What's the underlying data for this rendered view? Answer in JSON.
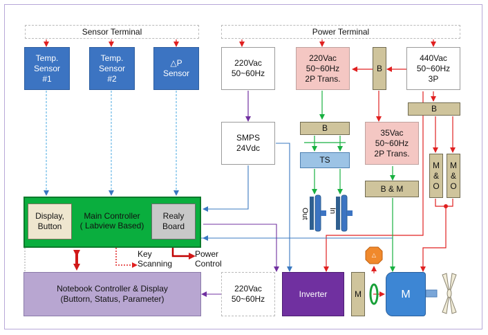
{
  "terminals": {
    "sensor": "Sensor Terminal",
    "power": "Power Terminal"
  },
  "sensors": {
    "temp1": "Temp.\nSensor\n#1",
    "temp2": "Temp.\nSensor\n#2",
    "dp": "△P\nSensor"
  },
  "power": {
    "v220": "220Vac\n50~60Hz",
    "trans220": "220Vac\n50~60Hz\n2P Trans.",
    "b_vertical": "B",
    "v440": "440Vac\n50~60Hz\n3P",
    "b_right": "B",
    "smps": "SMPS\n24Vdc",
    "b_mid": "B",
    "ts": "TS",
    "trans35": "35Vac\n50~60Hz\n2P Trans.",
    "bm": "B & M",
    "mo1": "M\n&\nO",
    "mo2": "M\n&\nO",
    "fan_out": "Out",
    "fan_in": "In"
  },
  "controller": {
    "display": "Display,\nButton",
    "main": "Main Controller\n( Labview Based)",
    "relay": "Realy\nBoard"
  },
  "notebook": "Notebook Controller & Display\n(Buttorn, Status, Parameter)",
  "v220_bottom": "220Vac\n50~60Hz",
  "labels": {
    "key_scanning": "Key\nScanning",
    "power_control": "Power\nControl"
  },
  "drive": {
    "inverter": "Inverter",
    "m_small": "M",
    "motor": "M",
    "warning": "△"
  },
  "colors": {
    "sensor_blue": "#3c74c2",
    "controller_green": "#0aae3e",
    "power_line_red": "#e02020",
    "signal_line_blue": "#4a86c8",
    "power_line_green": "#18b040",
    "inverter_purple": "#7030a0"
  }
}
